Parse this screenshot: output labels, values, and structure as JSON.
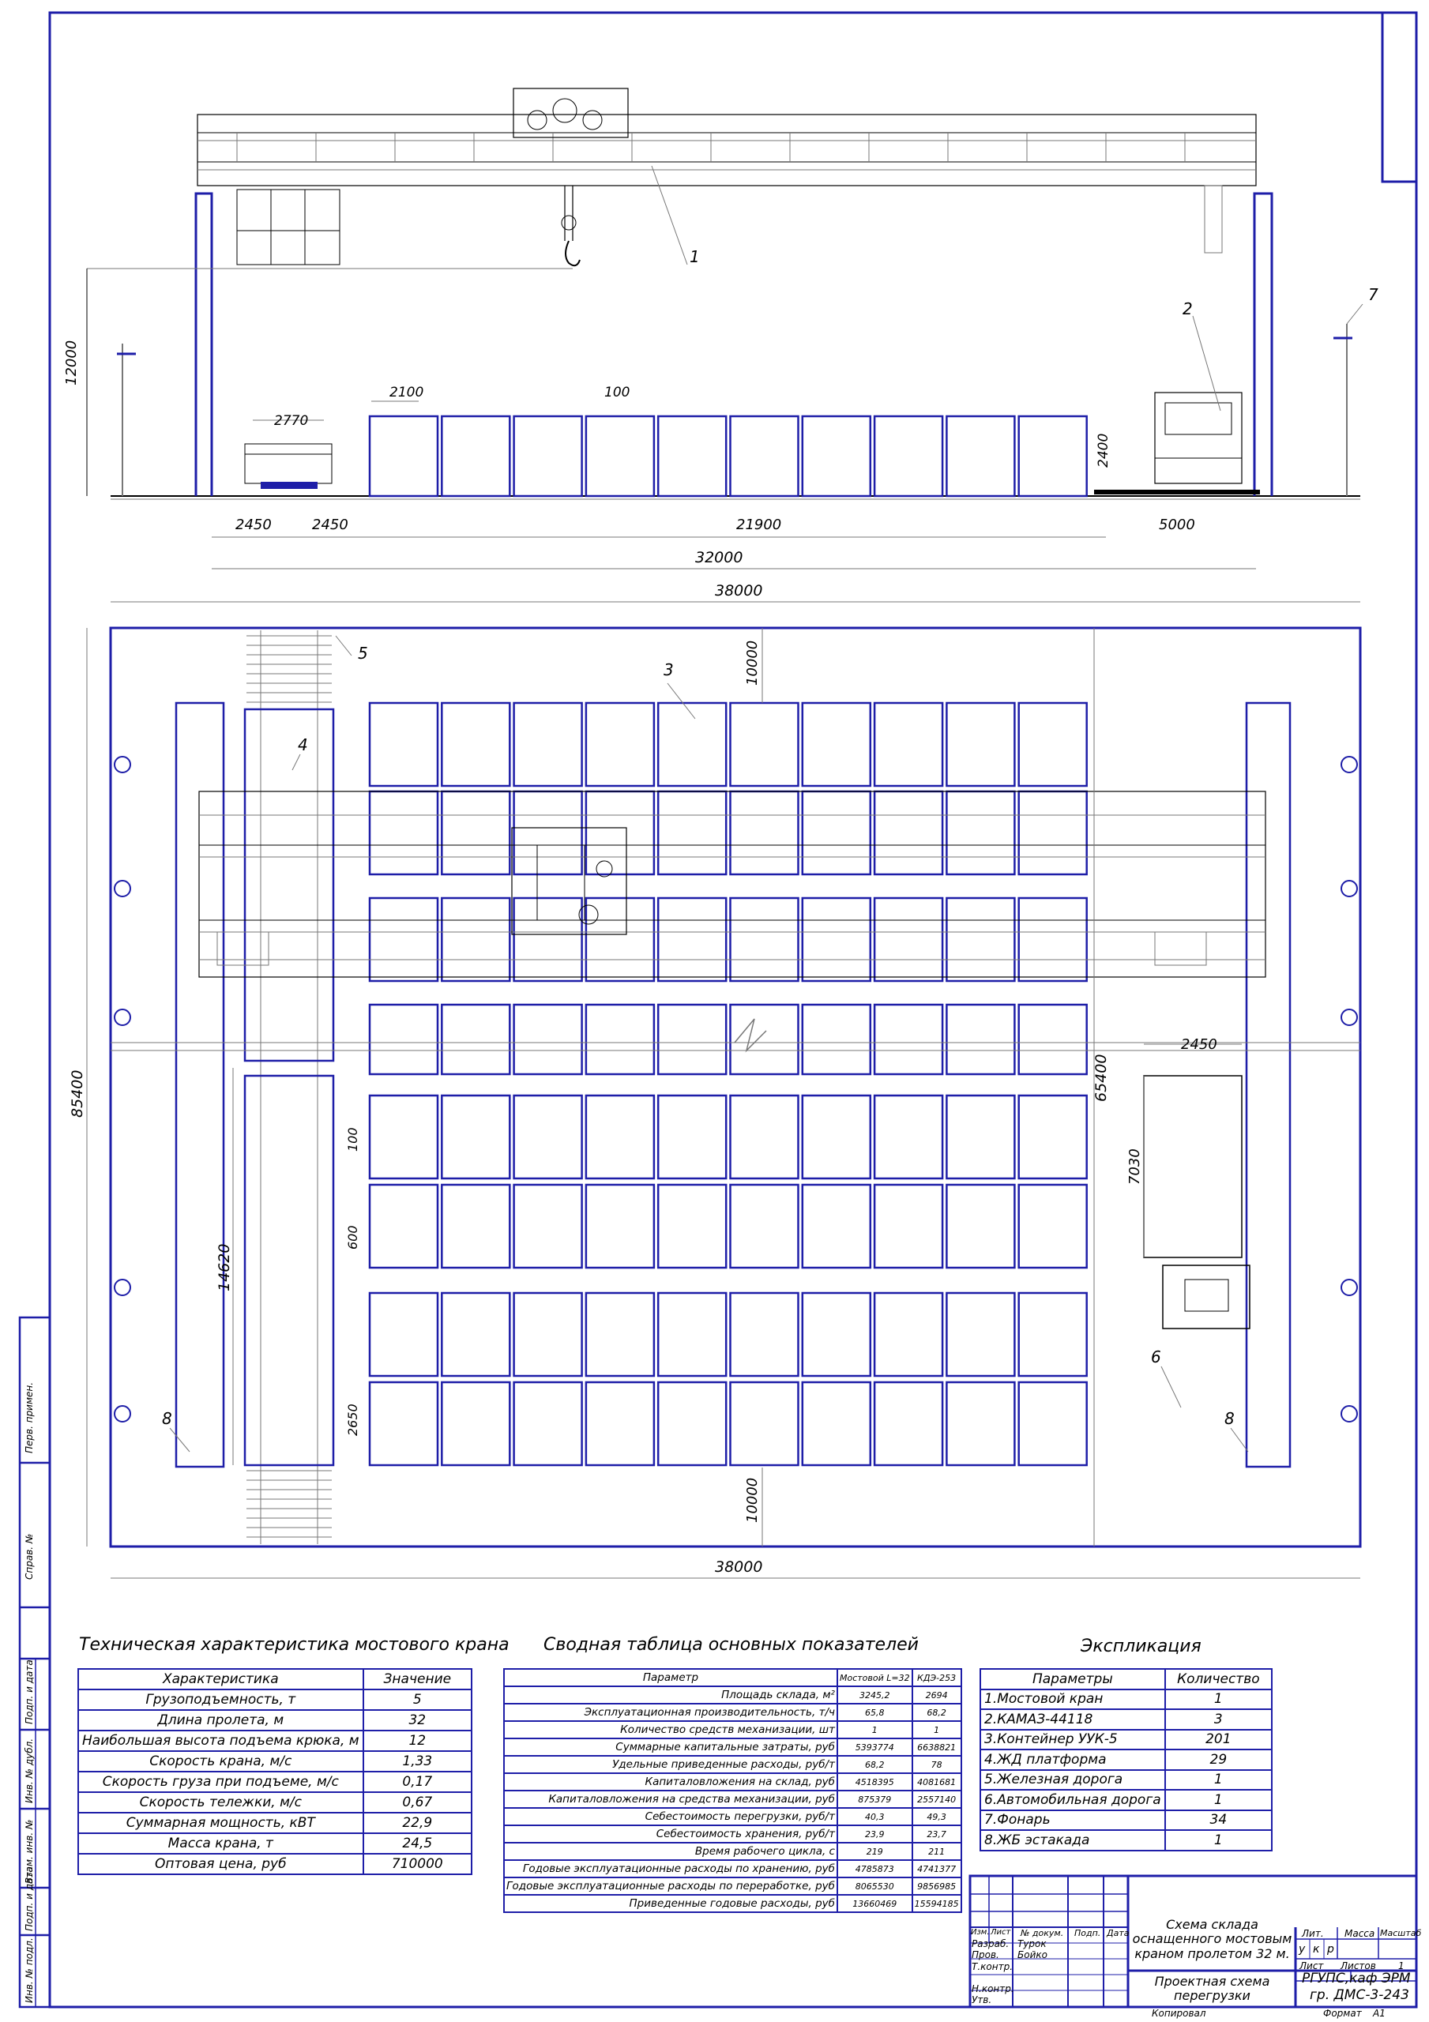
{
  "crane_table": {
    "title": "Техническая характеристика мостового крана",
    "headers": [
      "Характеристика",
      "Значение"
    ],
    "rows": [
      [
        "Грузоподъемность, т",
        "5"
      ],
      [
        "Длина пролета, м",
        "32"
      ],
      [
        "Наибольшая высота подъема крюка, м",
        "12"
      ],
      [
        "Скорость крана, м/с",
        "1,33"
      ],
      [
        "Скорость груза при подъеме, м/с",
        "0,17"
      ],
      [
        "Скорость тележки, м/с",
        "0,67"
      ],
      [
        "Суммарная мощность, кВТ",
        "22,9"
      ],
      [
        "Масса крана, т",
        "24,5"
      ],
      [
        "Оптовая цена, руб",
        "710000"
      ]
    ]
  },
  "summary_table": {
    "title": "Сводная таблица основных показателей",
    "headers": [
      "Параметр",
      "Мостовой L=32",
      "КДЭ-253"
    ],
    "rows": [
      [
        "Площадь склада, м²",
        "3245,2",
        "2694"
      ],
      [
        "Эксплуатационная производительность, т/ч",
        "65,8",
        "68,2"
      ],
      [
        "Количество средств механизации, шт",
        "1",
        "1"
      ],
      [
        "Суммарные капитальные затраты, руб",
        "5393774",
        "6638821"
      ],
      [
        "Удельные приведенные расходы, руб/т",
        "68,2",
        "78"
      ],
      [
        "Капиталовложения на склад, руб",
        "4518395",
        "4081681"
      ],
      [
        "Капиталовложения на средства механизации, руб",
        "875379",
        "2557140"
      ],
      [
        "Себестоимость перегрузки, руб/т",
        "40,3",
        "49,3"
      ],
      [
        "Себестоимость хранения, руб/т",
        "23,9",
        "23,7"
      ],
      [
        "Время рабочего цикла, с",
        "219",
        "211"
      ],
      [
        "Годовые эксплуатационные расходы по хранению, руб",
        "4785873",
        "4741377"
      ],
      [
        "Годовые эксплуатационные расходы по переработке, руб",
        "8065530",
        "9856985"
      ],
      [
        "Приведенные годовые расходы, руб",
        "13660469",
        "15594185"
      ]
    ]
  },
  "explication_table": {
    "title": "Экспликация",
    "headers": [
      "Параметры",
      "Количество"
    ],
    "rows": [
      [
        "1.Мостовой кран",
        "1"
      ],
      [
        "2.КАМАЗ-44118",
        "3"
      ],
      [
        "3.Контейнер УУК-5",
        "201"
      ],
      [
        "4.ЖД платформа",
        "29"
      ],
      [
        "5.Железная дорога",
        "1"
      ],
      [
        "6.Автомобильная дорога",
        "1"
      ],
      [
        "7.Фонарь",
        "34"
      ],
      [
        "8.ЖБ эстакада",
        "1"
      ]
    ]
  },
  "dimensions": {
    "height_12000": "12000",
    "box_2100": "2100",
    "gap_100": "100",
    "platform_2770": "2770",
    "truck_2400": "2400",
    "d_2450_a": "2450",
    "d_2450_b": "2450",
    "d_21900": "21900",
    "d_5000": "5000",
    "span_32000": "32000",
    "total_38000_top": "38000",
    "plan_10000_top": "10000",
    "plan_85400": "85400",
    "plan_65400": "65400",
    "plan_2450": "2450",
    "plan_7030": "7030",
    "plan_100": "100",
    "plan_600": "600",
    "plan_14620": "14620",
    "plan_2650": "2650",
    "plan_10000_bottom": "10000",
    "total_38000_bottom": "38000"
  },
  "callouts": {
    "c1": "1",
    "c2": "2",
    "c3": "3",
    "c4": "4",
    "c5": "5",
    "c6": "6",
    "c7": "7",
    "c8a": "8",
    "c8b": "8"
  },
  "side_stamp": {
    "perv_primen": "Перв. примен.",
    "sprav_no": "Справ. №",
    "podp_data_1": "Подп. и дата",
    "inv_dubl": "Инв. № дубл.",
    "vzam_inv": "Взам. инв. №",
    "podp_data_2": "Подп. и дата",
    "inv_podl": "Инв. № подл."
  },
  "title_block": {
    "drawing_title": "Схема склада оснащенного мостовым краном пролетом 32 м.",
    "sheet_title": "Проектная схема перегрузки",
    "organization": "РГУПС,каф ЭРМ",
    "group": "гр. ДМС-3-243",
    "col_izm": "Изм.",
    "col_list": "Лист",
    "col_doc": "№ докум.",
    "col_podp": "Подп.",
    "col_data": "Дата",
    "razrab": "Разраб.",
    "razrab_name": "Турок",
    "prov": "Пров.",
    "prov_name": "Бойко",
    "tkontr": "Т.контр.",
    "nkontr": "Н.контр.",
    "utv": "Утв.",
    "lit": "Лит.",
    "massa": "Масса",
    "masshtab": "Масштаб",
    "lit_u": "у",
    "lit_k": "к",
    "lit_r": "р",
    "list_label": "Лист",
    "listov_label": "Листов",
    "listov_value": "1",
    "kopiroval": "Копировал",
    "format": "Формат",
    "format_value": "А1"
  },
  "colors": {
    "line_blue": "#1e1ea8",
    "line_black": "#000000",
    "line_gray": "#777777"
  }
}
